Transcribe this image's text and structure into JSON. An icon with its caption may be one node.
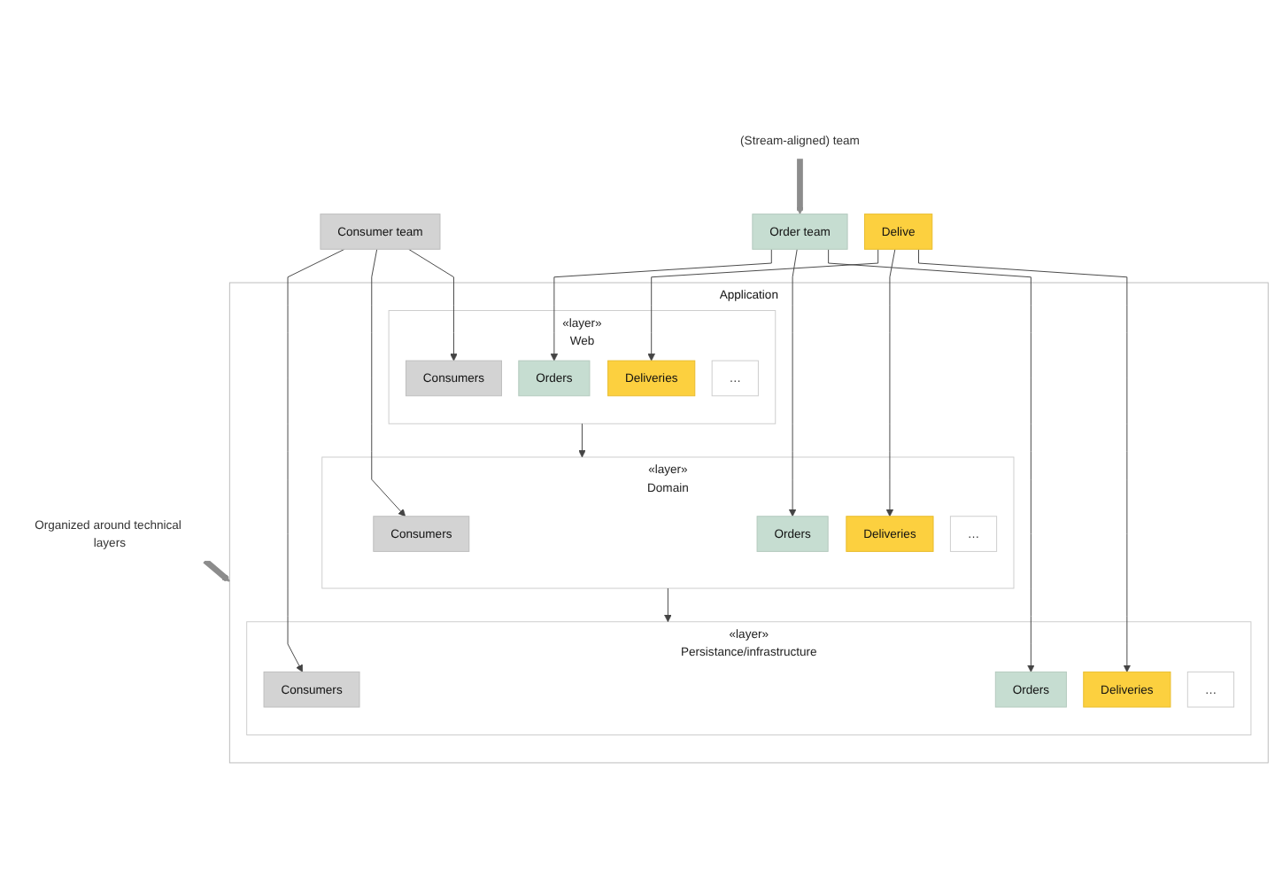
{
  "diagram": {
    "nodes": [
      {
        "text": [
          "Organized around technical layers"
        ]
      },
      {
        "text": [
          "Application"
        ]
      },
      {
        "text": [
          "«layer»",
          "Web"
        ],
        "in": 1
      },
      {
        "text": [
          "Consumers"
        ],
        "in": 2
      },
      {
        "text": [
          "Orders"
        ],
        "in": 2
      },
      {
        "text": [
          "Deliveries"
        ],
        "in": 2
      },
      {
        "text": [
          "…"
        ],
        "in": 2
      },
      {
        "text": [
          "«layer»",
          "Domain"
        ],
        "in": 1
      },
      {
        "text": [
          "Consumers"
        ],
        "in": 7
      },
      {
        "text": [
          "Orders"
        ],
        "in": 7
      },
      {
        "text": [
          "Deliveries"
        ],
        "in": 7
      },
      {
        "text": [
          "…"
        ],
        "in": 7
      },
      {
        "text": [
          "«layer»",
          "Persistance/infrastructure"
        ],
        "in": 1
      },
      {
        "text": [
          "Consumers"
        ],
        "in": 12
      },
      {
        "text": [
          "Orders"
        ],
        "in": 12
      },
      {
        "text": [
          "Deliveries"
        ],
        "in": 12
      },
      {
        "text": [
          "…"
        ],
        "in": 12
      },
      {
        "text": [
          "Delive"
        ]
      },
      {
        "text": [
          "(Stream-aligned) team"
        ]
      },
      {
        "text": [
          "Order team"
        ]
      },
      {
        "text": [
          "Consumer team"
        ]
      }
    ],
    "edges": [
      {
        "from": 0,
        "to": 1,
        "arrow": "to",
        "style": "thick",
        "color": "#8c8c8c"
      },
      {
        "from": 2,
        "to": 7,
        "arrow": "to"
      },
      {
        "from": 7,
        "to": 12,
        "arrow": "to"
      },
      {
        "from": 17,
        "to": 5,
        "arrow": "to"
      },
      {
        "from": 17,
        "to": 10,
        "arrow": "to"
      },
      {
        "from": 17,
        "to": 15,
        "arrow": "to"
      },
      {
        "from": 18,
        "to": 19,
        "arrow": "to",
        "style": "thick",
        "color": "#8c8c8c"
      },
      {
        "from": 19,
        "to": 4,
        "arrow": "to"
      },
      {
        "from": 19,
        "to": 9,
        "arrow": "to"
      },
      {
        "from": 19,
        "to": 14,
        "arrow": "to"
      },
      {
        "from": 20,
        "to": 3,
        "arrow": "to"
      },
      {
        "from": 20,
        "to": 8,
        "arrow": "to"
      },
      {
        "from": 20,
        "to": 13,
        "arrow": "to"
      }
    ]
  }
}
